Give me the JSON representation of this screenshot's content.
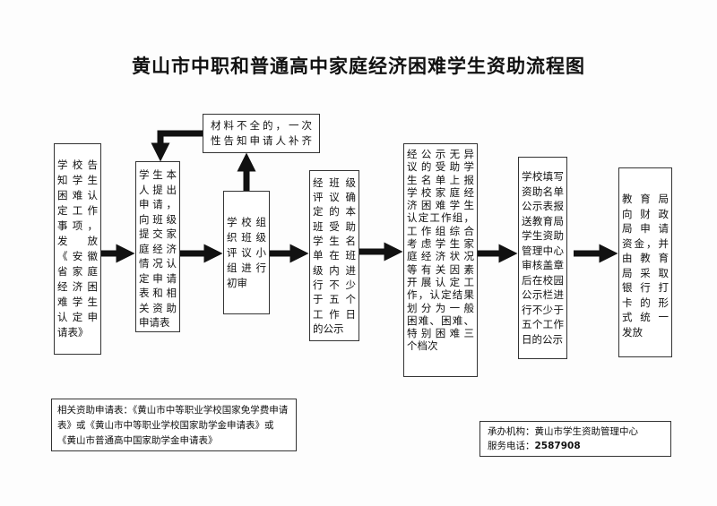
{
  "title": "黄山市中职和普通高中家庭经济困难学生资助流程图",
  "steps": [
    {
      "lines": [
        "学校告",
        "知学生",
        "困难认",
        "定工作",
        "事项，",
        "发　放",
        "《安徽",
        "省家庭",
        "经济困",
        "难学生",
        "认定申",
        "请表》"
      ]
    },
    {
      "lines": [
        "学生本",
        "人提出",
        "申请，",
        "向班级",
        "提交家",
        "庭经济",
        "情况认",
        "定申请",
        "表和相",
        "关资助",
        "申请表"
      ]
    },
    {
      "lines": [
        "学校组",
        "织班级",
        "评议小",
        "组进行",
        "初审"
      ]
    },
    {
      "lines": [
        "经班级",
        "评议确",
        "定的本",
        "班受助",
        "学生名",
        "单在班",
        "级内进",
        "行不少",
        "于五个",
        "工作日",
        "的公示"
      ]
    },
    {
      "lines": [
        "经公示无异",
        "议的受助学",
        "生名单上报",
        "学校家庭经",
        "济困难学生",
        "认定工作组，",
        "工作组综合",
        "考虑学生家",
        "庭经济状况",
        "等有关因素",
        "开展认定工",
        "作，认定结果",
        "划分为一般",
        "困难、困难、",
        "特别困难三",
        "个档次"
      ]
    },
    {
      "lines": [
        "学校填写",
        "资助名单",
        "公示表报",
        "送教育局",
        "学生资助",
        "管理中心",
        "审核盖章",
        "后在校园",
        "公示栏进",
        "行不少于",
        "五个工作",
        "日的公示"
      ]
    },
    {
      "lines": [
        "教 育 局",
        "向 财 政",
        "局 申 请",
        "资金，并",
        "由 教 育",
        "局 采 取",
        "银 行 打",
        "卡 的 形",
        "式 统 一",
        "发放"
      ]
    }
  ],
  "feedback": {
    "lines": [
      "材料不全的，一次",
      "性告知申请人补齐"
    ]
  },
  "notes": {
    "forms": "相关资助申请表：《黄山市中等职业学校国家免学费申请表》或《黄山市中等职业学校国家助学金申请表》或《黄山市普通高中国家助学金申请表》",
    "org_label": "承办机构：",
    "org": "黄山市学生资助管理中心",
    "phone_label": "服务电话：",
    "phone": "2587908"
  }
}
